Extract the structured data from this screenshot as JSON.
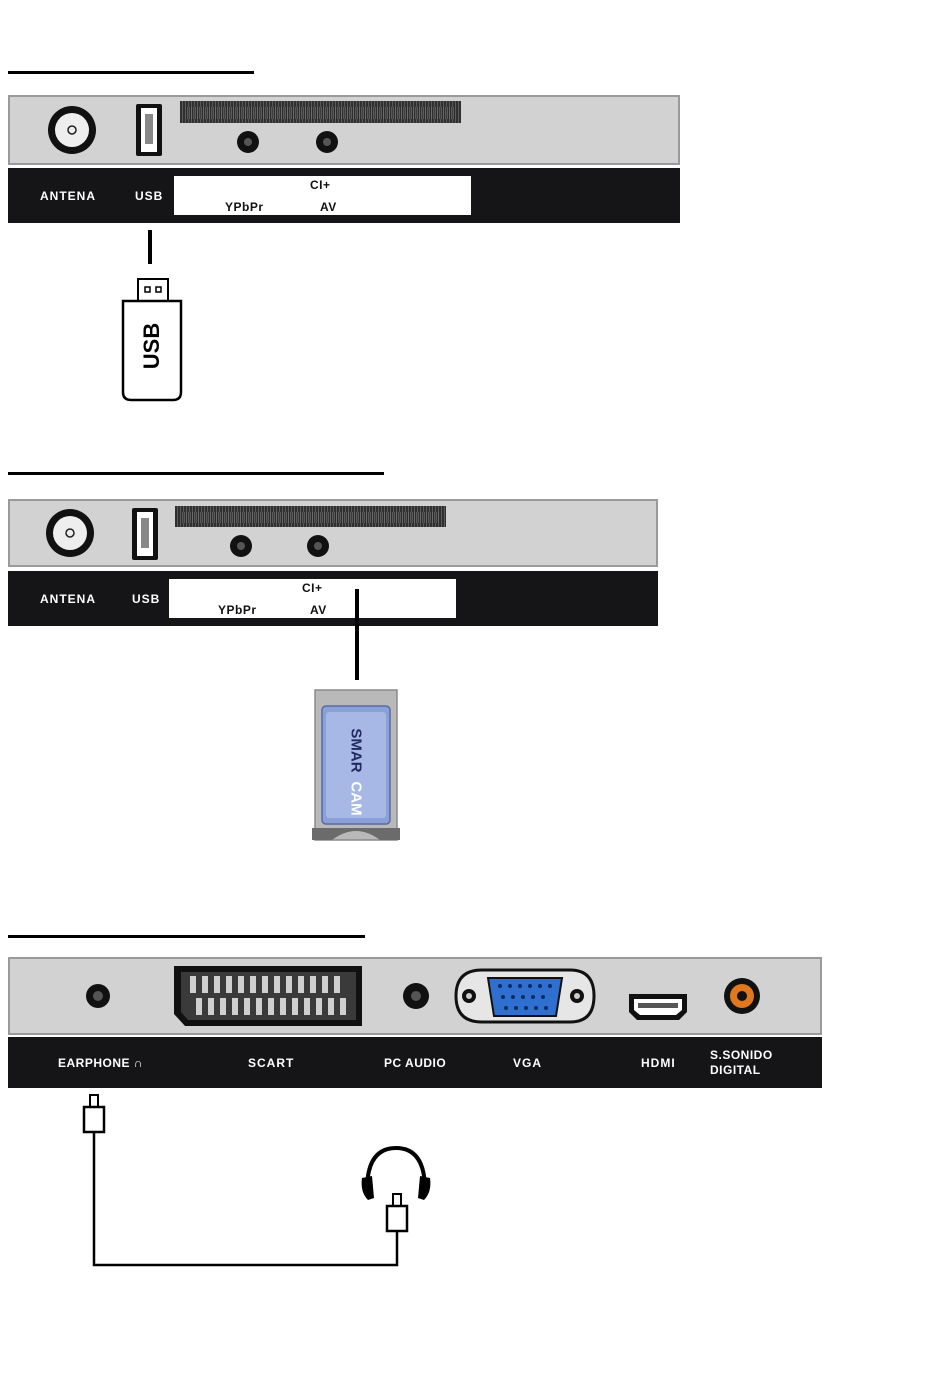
{
  "panel1": {
    "antenna_label": "ANTENA",
    "usb_label": "USB",
    "ci_label": "CI+",
    "ypbpr_label": "YPbPr",
    "av_label": "AV",
    "usb_stick_label": "USB"
  },
  "panel2": {
    "antenna_label": "ANTENA",
    "usb_label": "USB",
    "ci_label": "CI+",
    "ypbpr_label": "YPbPr",
    "av_label": "AV",
    "cam_label_a": "SMAR",
    "cam_label_b": "CAM"
  },
  "panel3": {
    "earphone_label": "EARPHONE",
    "scart_label": "SCART",
    "pc_audio_label": "PC AUDIO",
    "vga_label": "VGA",
    "hdmi_label": "HDMI",
    "digital_label_line1": "S.SONIDO",
    "digital_label_line2": "DIGITAL"
  },
  "colors": {
    "panel_grey": "#d2d2d2",
    "strip_dark": "#151518",
    "vga_blue": "#2f6fcf",
    "coax_orange": "#e07820",
    "cam_blue": "#8aa0d8"
  }
}
